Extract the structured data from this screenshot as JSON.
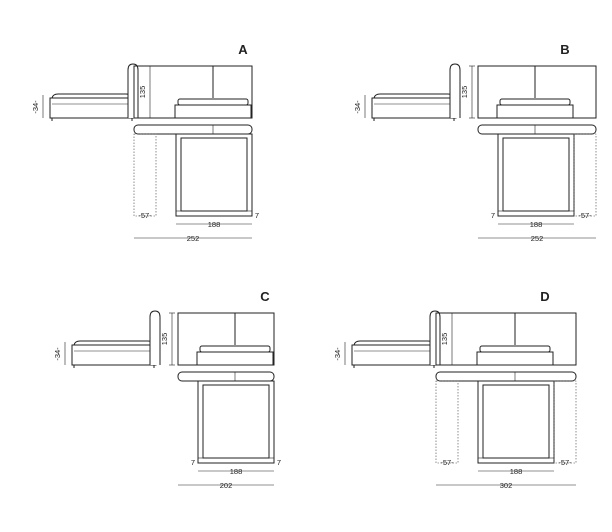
{
  "variants": [
    {
      "label": "A",
      "height": "-34-",
      "board_height": "135",
      "inner": "188",
      "left_ext": "-57-",
      "right_ext": "7",
      "total": "252"
    },
    {
      "label": "B",
      "height": "-34-",
      "board_height": "135",
      "inner": "188",
      "left_ext": "7",
      "right_ext": "-57-",
      "total": "252"
    },
    {
      "label": "C",
      "height": "-34-",
      "board_height": "135",
      "inner": "188",
      "left_ext": "7",
      "right_ext": "7",
      "total": "202"
    },
    {
      "label": "D",
      "height": "-34-",
      "board_height": "135",
      "inner": "188",
      "left_ext": "-57-",
      "right_ext": "-57-",
      "total": "302"
    }
  ]
}
